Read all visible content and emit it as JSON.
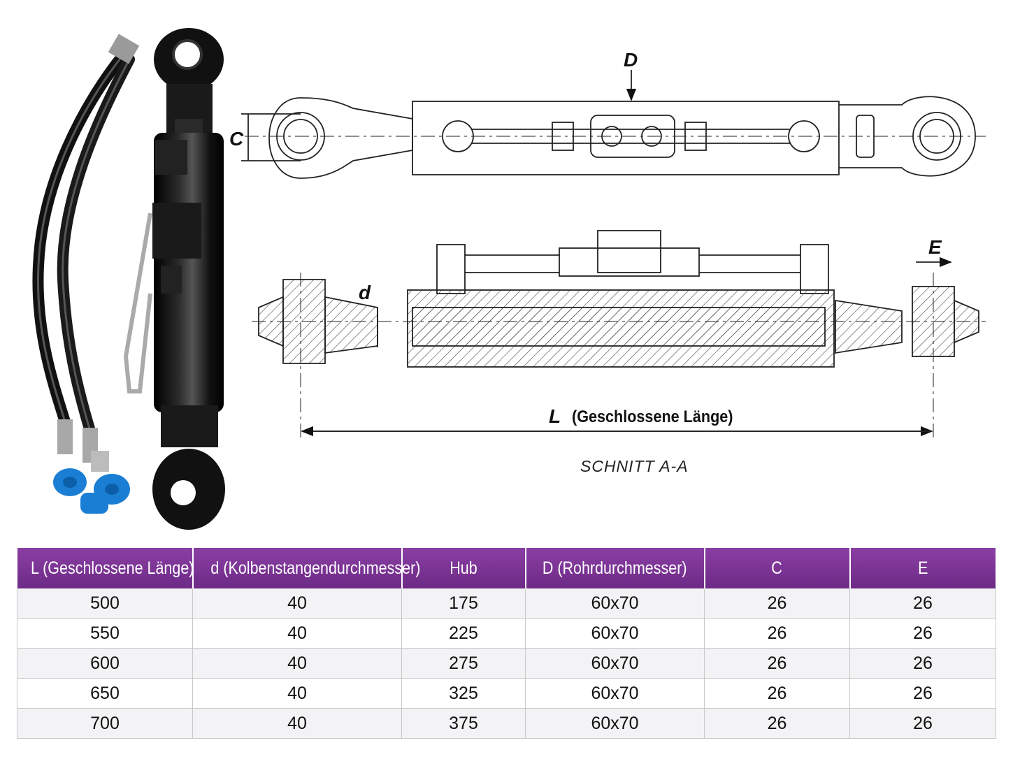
{
  "drawing": {
    "dimension_D": "D",
    "dimension_C": "C",
    "dimension_d": "d",
    "dimension_E": "E",
    "dimension_L": "L",
    "dimension_L_text": "(Geschlossene Länge)",
    "section_label": "SCHNITT A-A"
  },
  "colors": {
    "header_purple": "#7a3394",
    "cap_blue": "#1a7fd4",
    "cylinder_black": "#111111"
  },
  "table": {
    "headers": [
      "L (Geschlossene Länge)",
      "d (Kolbenstangendurchmesser)",
      "Hub",
      "D (Rohrdurchmesser)",
      "C",
      "E"
    ],
    "rows": [
      [
        "500",
        "40",
        "175",
        "60x70",
        "26",
        "26"
      ],
      [
        "550",
        "40",
        "225",
        "60x70",
        "26",
        "26"
      ],
      [
        "600",
        "40",
        "275",
        "60x70",
        "26",
        "26"
      ],
      [
        "650",
        "40",
        "325",
        "60x70",
        "26",
        "26"
      ],
      [
        "700",
        "40",
        "375",
        "60x70",
        "26",
        "26"
      ]
    ]
  }
}
